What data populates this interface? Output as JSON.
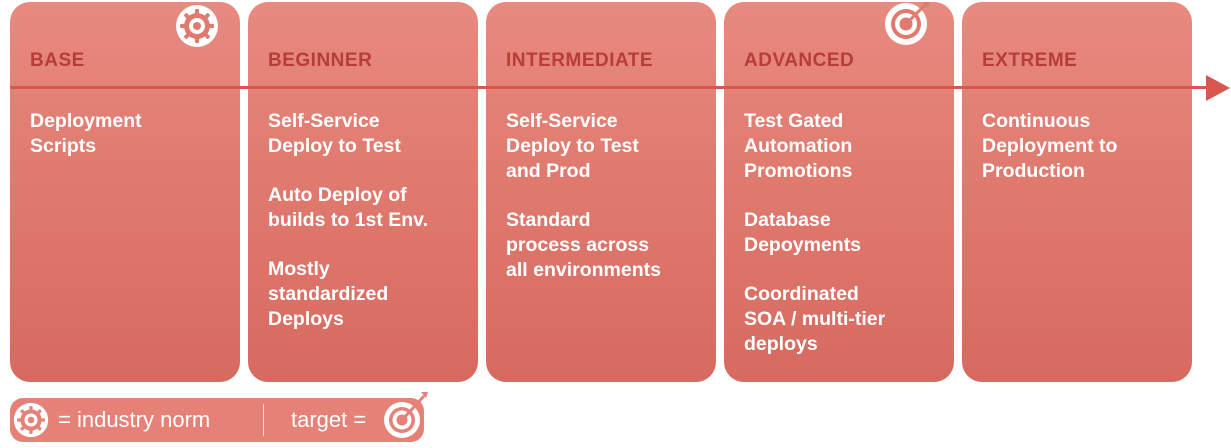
{
  "stages": [
    {
      "level": "BASE",
      "items": [
        "Deployment\nScripts"
      ]
    },
    {
      "level": "BEGINNER",
      "items": [
        "Self-Service\nDeploy to Test",
        "Auto Deploy of\nbuilds to 1st Env.",
        "Mostly\nstandardized\nDeploys"
      ]
    },
    {
      "level": "INTERMEDIATE",
      "items": [
        "Self-Service\nDeploy to Test\nand Prod",
        "Standard\nprocess across\nall environments"
      ]
    },
    {
      "level": "ADVANCED",
      "items": [
        "Test Gated\nAutomation\nPromotions",
        "Database\nDepoyments",
        "Coordinated\nSOA / multi-tier\ndeploys"
      ]
    },
    {
      "level": "EXTREME",
      "items": [
        "Continuous\nDeployment to\nProduction"
      ]
    }
  ],
  "markers": {
    "industry_norm_stage": "BASE",
    "target_stage": "ADVANCED"
  },
  "legend": {
    "norm_label": "= industry norm",
    "target_label": "target ="
  },
  "colors": {
    "card": "#e07a6f",
    "level_text": "#b73d36",
    "timeline": "#d9574f"
  },
  "icons": {
    "industry_norm": "gear-icon",
    "target": "target-icon"
  }
}
